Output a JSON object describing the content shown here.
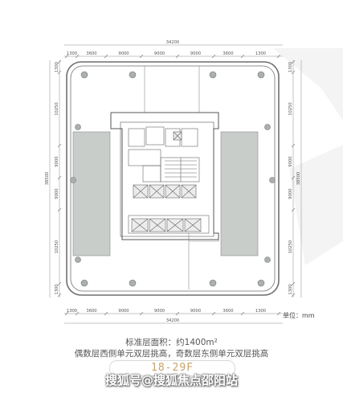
{
  "dimensions": {
    "top_total": "34200",
    "top_segments": [
      "1300",
      "3600",
      "9000",
      "9000",
      "9000",
      "3600",
      "1300"
    ],
    "bottom_total": "34200",
    "bottom_segments": [
      "1300",
      "3600",
      "9000",
      "9000",
      "9000",
      "3600",
      "1300"
    ],
    "left_total": "38500",
    "left_segments": [
      "1300",
      "10250",
      "9000",
      "9000",
      "10250",
      "1300"
    ],
    "right_total": "38500",
    "right_segments": [
      "1300",
      "10250",
      "9000",
      "9000",
      "10250",
      "1300"
    ]
  },
  "unit_label": "单位：mm",
  "captions": {
    "area": "标准层面积：约1400m²",
    "description": "偶数层西侧单元双层挑高，奇数层东侧单元双层挑高"
  },
  "floor_range": "18-29F",
  "watermark": "搜狐号@搜狐焦点邵阳站",
  "colors": {
    "accent": "#c9a36a",
    "wall": "#6f6f6f",
    "atrium_fill": "#c9cdca",
    "column_fill": "#aab0ad"
  }
}
